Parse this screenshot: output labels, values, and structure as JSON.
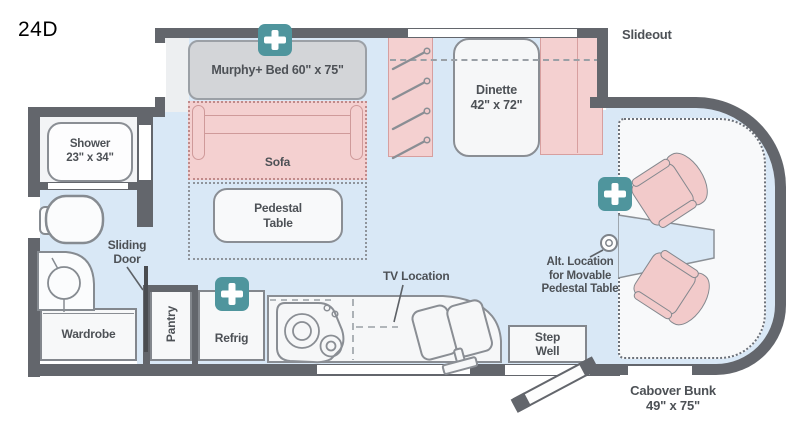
{
  "plan": {
    "model": "24D"
  },
  "labels": {
    "slideout": "Slideout",
    "murphy_bed": "Murphy+ Bed 60\" x 75\"",
    "dinette": [
      "Dinette",
      "42\" x 72\""
    ],
    "sofa": "Sofa",
    "pedestal_table": [
      "Pedestal",
      "Table"
    ],
    "shower": [
      "Shower",
      "23\" x 34\""
    ],
    "sliding_door": [
      "Sliding",
      "Door"
    ],
    "wardrobe": "Wardrobe",
    "pantry": "Pantry",
    "refrig": "Refrig",
    "tv_location": "TV Location",
    "step_well": [
      "Step",
      "Well"
    ],
    "alt_location": [
      "Alt. Location",
      "for Movable",
      "Pedestal Table"
    ],
    "cabover_bunk": [
      "Cabover Bunk",
      "49\" x 75\""
    ]
  },
  "icons": {
    "flex_space_badge": "plus-icon"
  },
  "colors": {
    "floor_blue": "#d9e8f6",
    "wall_gray": "#63666c",
    "accent_teal": "#4f959d",
    "furniture_pink": "#f4d0d0",
    "bed_gray": "#d3d5d8",
    "fixture_white": "#f7f8f9",
    "label_text": "#4d5156"
  }
}
